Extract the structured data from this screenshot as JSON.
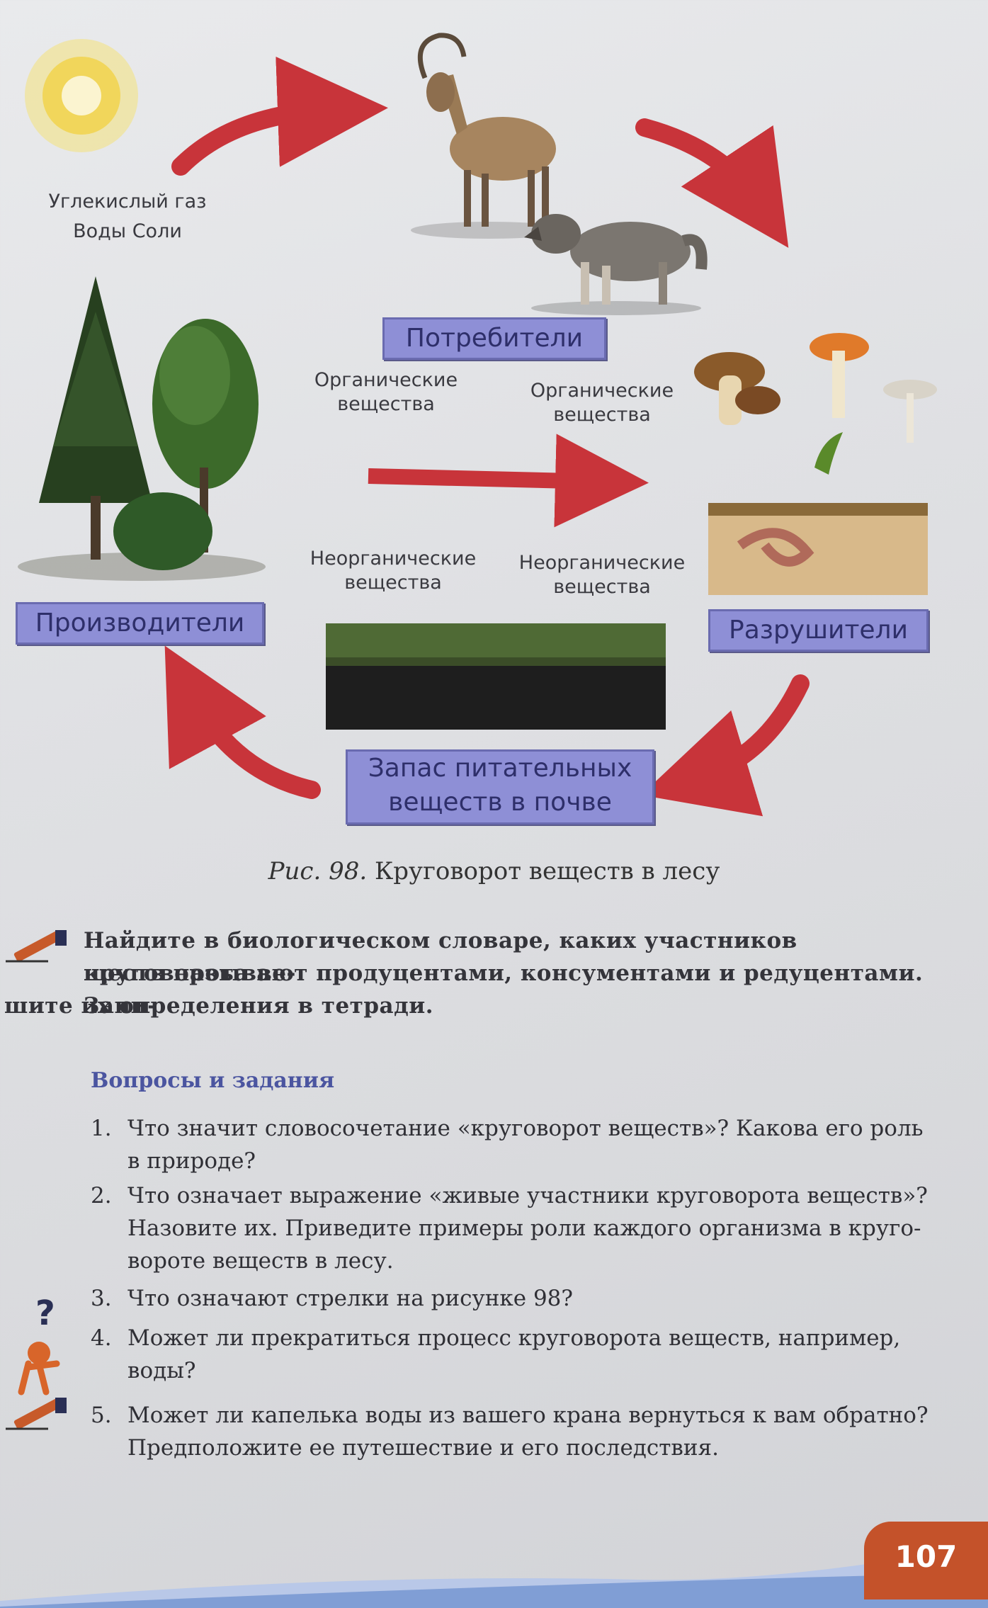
{
  "diagram": {
    "sources_line1": "Углекислый газ",
    "sources_line2": "Воды   Соли",
    "consumers": "Потребители",
    "producers": "Производители",
    "decomposers": "Разрушители",
    "soil_line1": "Запас питательных",
    "soil_line2": "веществ в почве",
    "organic_left_1": "Органические",
    "organic_left_2": "вещества",
    "organic_right_1": "Органические",
    "organic_right_2": "вещества",
    "inorganic_left_1": "Неорганические",
    "inorganic_left_2": "вещества",
    "inorganic_right_1": "Неорганические",
    "inorganic_right_2": "вещества"
  },
  "caption": {
    "prefix": "Рис. 98.",
    "text": " Круговорот веществ в лесу"
  },
  "task": {
    "line1": "Найдите в биологическом словаре, каких участников круговорота ве-",
    "line2": "ществ называют продуцентами, консументами и редуцентами. Запи-",
    "line3": "шите их определения в тетради."
  },
  "questions": {
    "heading": "Вопросы и задания",
    "items": [
      {
        "num": "1.",
        "line1": "Что значит словосочетание «круговорот веществ»? Какова его роль",
        "line2": "в природе?",
        "line3": ""
      },
      {
        "num": "2.",
        "line1": "Что означает выражение «живые участники круговорота веществ»?",
        "line2": "Назовите их. Приведите примеры роли каждого организма в круго-",
        "line3": "вороте веществ в лесу."
      },
      {
        "num": "3.",
        "line1": "Что означают стрелки на рисунке 98?",
        "line2": "",
        "line3": ""
      },
      {
        "num": "4.",
        "line1": "Может ли прекратиться процесс круговорота веществ, например,",
        "line2": "воды?",
        "line3": ""
      },
      {
        "num": "5.",
        "line1": "Может ли капелька воды из вашего крана вернуться к вам обратно?",
        "line2": "Предположите ее путешествие и его последствия.",
        "line3": ""
      }
    ]
  },
  "page_number": "107",
  "colors": {
    "label_fill": "#8e8fd6",
    "arrow": "#c8343a",
    "page_badge": "#c4522a",
    "heading": "#4b55a0"
  }
}
